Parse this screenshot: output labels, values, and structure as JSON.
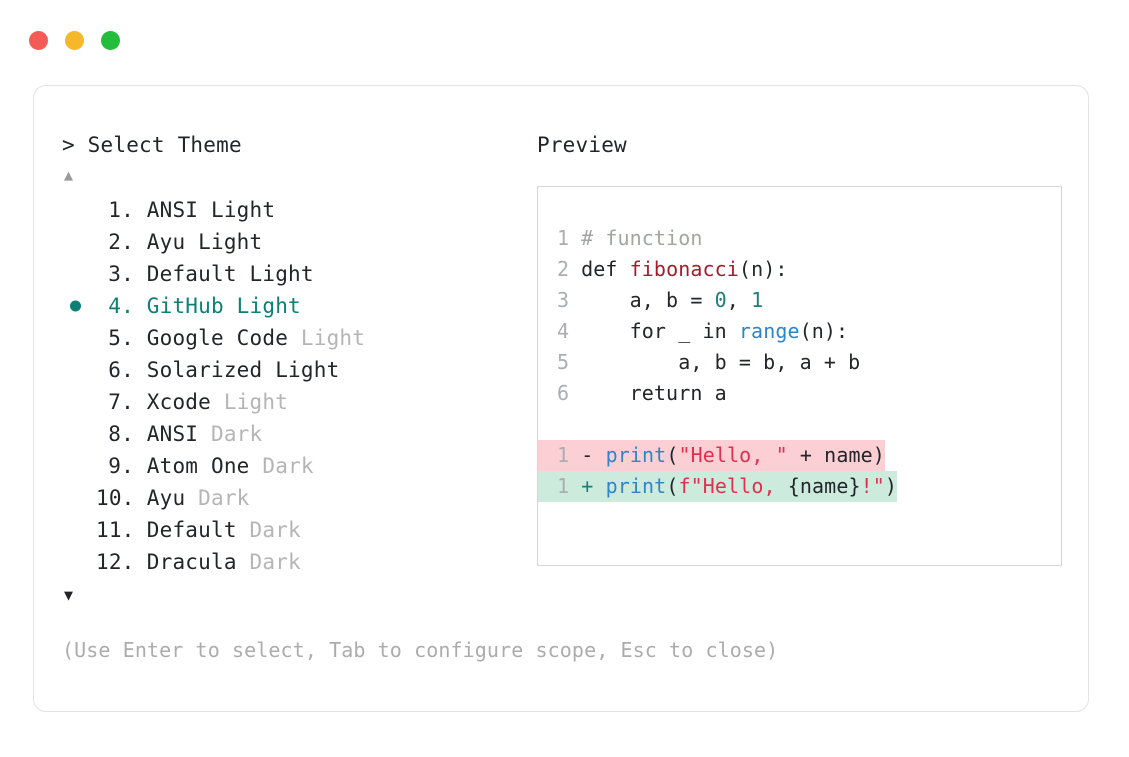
{
  "window": {
    "dots": [
      {
        "name": "close",
        "color": "#F45B56"
      },
      {
        "name": "minimize",
        "color": "#F5B82A"
      },
      {
        "name": "zoom",
        "color": "#23BD3E"
      }
    ]
  },
  "accent_color": "#0D8075",
  "left": {
    "prompt": "> Select Theme",
    "scroll_up": "▲",
    "scroll_down": "▼",
    "selected_index": 4,
    "items": [
      {
        "index": "1.",
        "name": "ANSI",
        "variant": "Light",
        "variant_muted": false
      },
      {
        "index": "2.",
        "name": "Ayu",
        "variant": "Light",
        "variant_muted": false
      },
      {
        "index": "3.",
        "name": "Default",
        "variant": "Light",
        "variant_muted": false
      },
      {
        "index": "4.",
        "name": "GitHub",
        "variant": "Light",
        "variant_muted": false
      },
      {
        "index": "5.",
        "name": "Google Code",
        "variant": "Light",
        "variant_muted": true
      },
      {
        "index": "6.",
        "name": "Solarized",
        "variant": "Light",
        "variant_muted": false
      },
      {
        "index": "7.",
        "name": "Xcode",
        "variant": "Light",
        "variant_muted": true
      },
      {
        "index": "8.",
        "name": "ANSI",
        "variant": "Dark",
        "variant_muted": true
      },
      {
        "index": "9.",
        "name": "Atom One",
        "variant": "Dark",
        "variant_muted": true
      },
      {
        "index": "10.",
        "name": "Ayu",
        "variant": "Dark",
        "variant_muted": true
      },
      {
        "index": "11.",
        "name": "Default",
        "variant": "Dark",
        "variant_muted": true
      },
      {
        "index": "12.",
        "name": "Dracula",
        "variant": "Dark",
        "variant_muted": true
      }
    ]
  },
  "right": {
    "label": "Preview",
    "code_lines": [
      {
        "ln": "1",
        "tokens": [
          {
            "t": "# function",
            "c": "tok-comment"
          }
        ]
      },
      {
        "ln": "2",
        "tokens": [
          {
            "t": "def ",
            "c": "tok-kw"
          },
          {
            "t": "fibonacci",
            "c": "tok-fn"
          },
          {
            "t": "(n):",
            "c": "tok-plain"
          }
        ]
      },
      {
        "ln": "3",
        "tokens": [
          {
            "t": "    a, b = ",
            "c": "tok-plain"
          },
          {
            "t": "0",
            "c": "tok-num"
          },
          {
            "t": ", ",
            "c": "tok-plain"
          },
          {
            "t": "1",
            "c": "tok-num"
          }
        ]
      },
      {
        "ln": "4",
        "tokens": [
          {
            "t": "    for _ in ",
            "c": "tok-plain"
          },
          {
            "t": "range",
            "c": "tok-builtin"
          },
          {
            "t": "(n):",
            "c": "tok-plain"
          }
        ]
      },
      {
        "ln": "5",
        "tokens": [
          {
            "t": "        a, b = b, a + b",
            "c": "tok-plain"
          }
        ]
      },
      {
        "ln": "6",
        "tokens": [
          {
            "t": "    return a",
            "c": "tok-plain"
          }
        ]
      }
    ],
    "diff_lines": [
      {
        "ln": "1",
        "kind": "del",
        "sign": "-",
        "tokens": [
          {
            "t": "print",
            "c": "tok-builtin"
          },
          {
            "t": "(",
            "c": "tok-plain"
          },
          {
            "t": "\"Hello, \"",
            "c": "tok-str"
          },
          {
            "t": " + name)",
            "c": "tok-plain"
          }
        ]
      },
      {
        "ln": "1",
        "kind": "add",
        "sign": "+",
        "tokens": [
          {
            "t": "print",
            "c": "tok-builtin"
          },
          {
            "t": "(",
            "c": "tok-plain"
          },
          {
            "t": "f\"Hello, ",
            "c": "tok-str"
          },
          {
            "t": "{name}",
            "c": "tok-plain"
          },
          {
            "t": "!\"",
            "c": "tok-str"
          },
          {
            "t": ")",
            "c": "tok-plain"
          }
        ]
      }
    ]
  },
  "footer": {
    "hint": "(Use Enter to select, Tab to configure scope, Esc to close)"
  }
}
